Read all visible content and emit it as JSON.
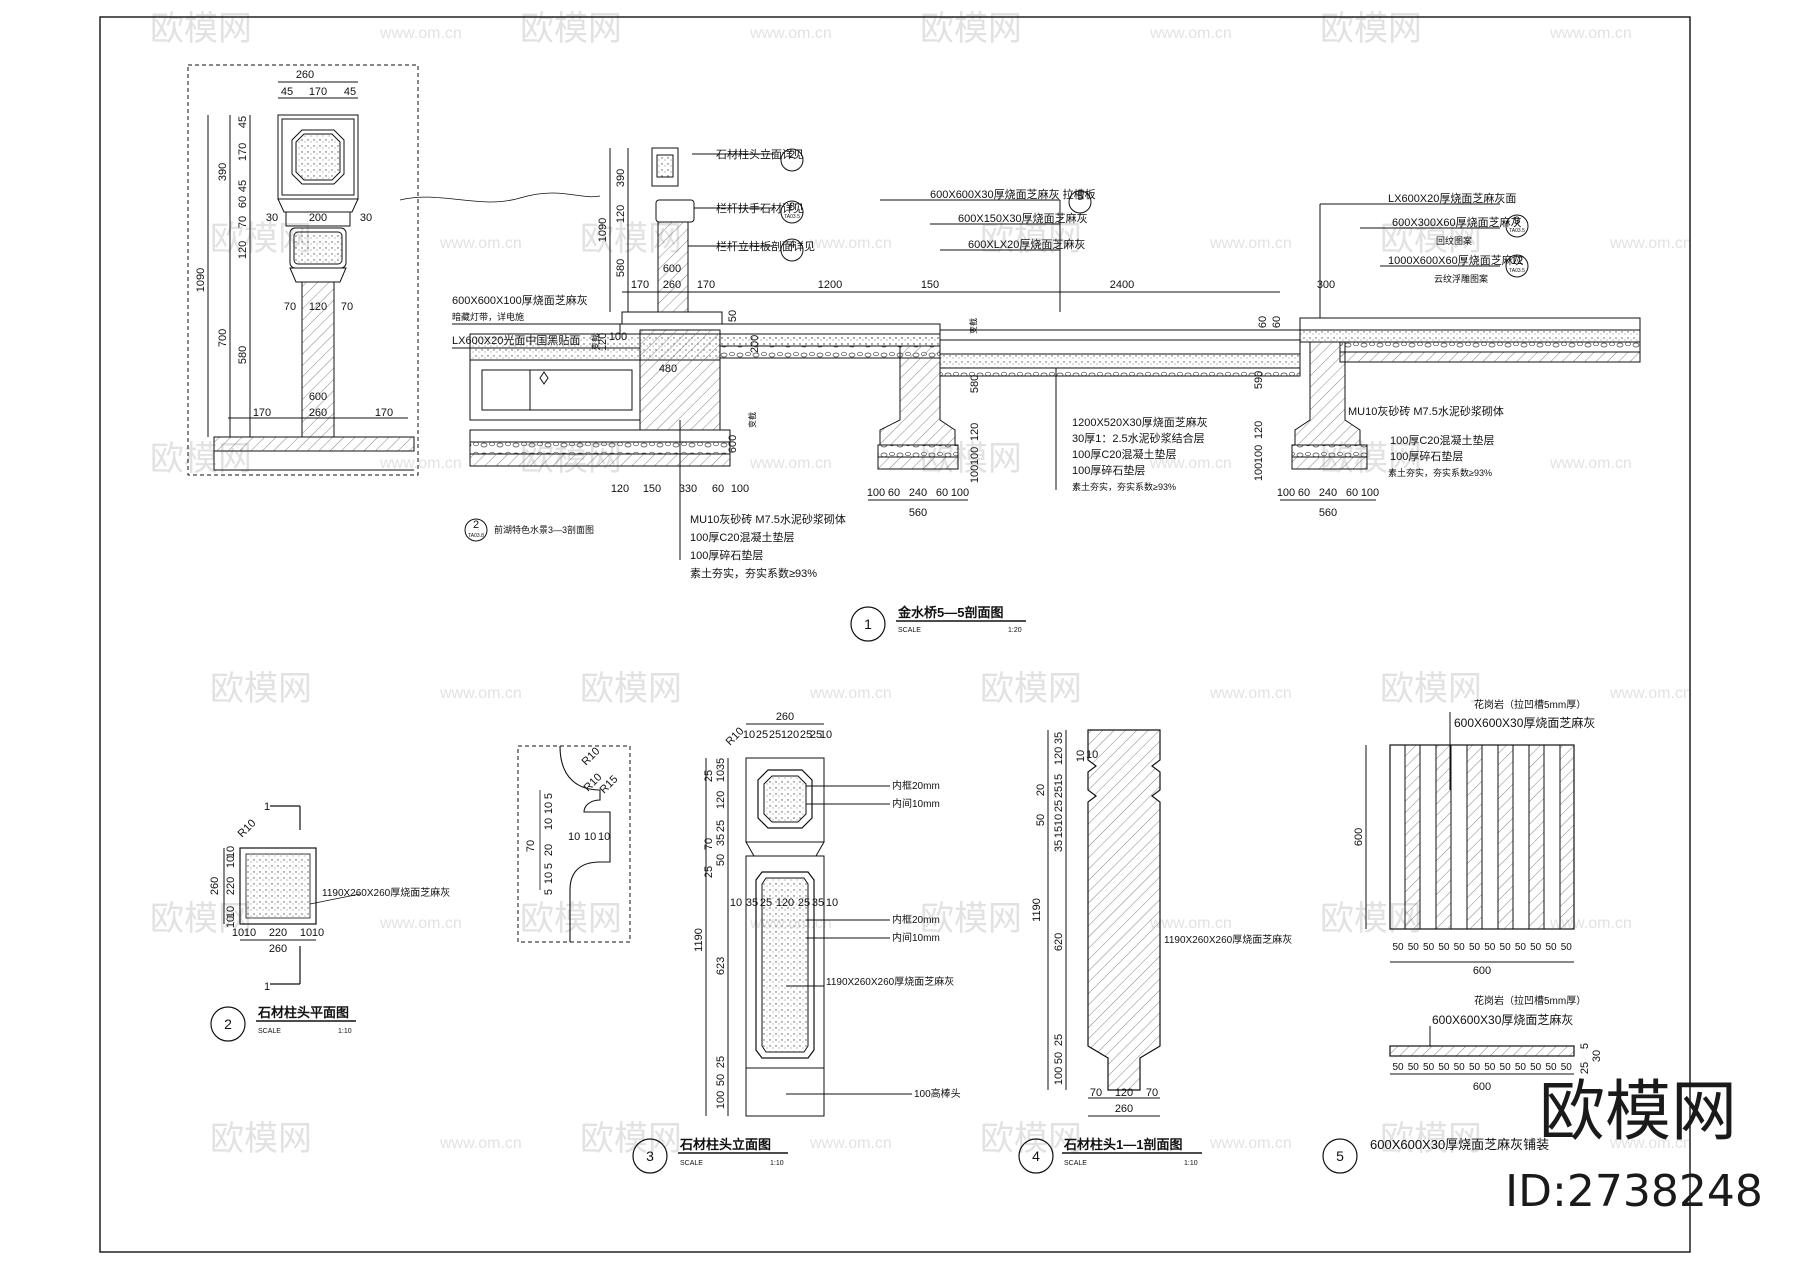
{
  "watermark": {
    "brand": "欧模网",
    "url": "www.om.cn",
    "url_short": "om.cn",
    "id": "ID:2738248"
  },
  "drawings": {
    "d1": {
      "number": "1",
      "title": "金水桥5—5剖面图",
      "scale_label": "SCALE",
      "scale": "1:20"
    },
    "d2": {
      "number": "2",
      "title": "石材柱头平面图",
      "scale_label": "SCALE",
      "scale": "1:10"
    },
    "d3": {
      "number": "3",
      "title": "石材柱头立面图",
      "scale_label": "SCALE",
      "scale": "1:10"
    },
    "d4": {
      "number": "4",
      "title": "石材柱头1—1剖面图",
      "scale_label": "SCALE",
      "scale": "1:10"
    },
    "d5": {
      "number": "5",
      "title": "600X600X30厚烧面芝麻灰铺装"
    }
  },
  "elevation_dims": {
    "top": [
      "260",
      "45",
      "170",
      "45"
    ],
    "cap": [
      "30",
      "200",
      "30"
    ],
    "shaft": [
      "70",
      "120",
      "70"
    ],
    "left_total": "1090",
    "left": [
      "390",
      "700"
    ],
    "inner": [
      "45",
      "170",
      "45",
      "60",
      "70",
      "120",
      "580"
    ],
    "base_total": "600",
    "base": [
      "170",
      "260",
      "170"
    ]
  },
  "section_dims": {
    "post_left": [
      "390",
      "1090",
      "120",
      "580"
    ],
    "post_top": [
      "600"
    ],
    "bottom_row": [
      "170",
      "260",
      "170",
      "1200",
      "150",
      "2400",
      "300"
    ],
    "left_found": [
      "100",
      "480",
      "120",
      "150",
      "330",
      "60",
      "100"
    ],
    "mid_found": [
      "100",
      "60",
      "240",
      "60",
      "100",
      "560",
      "580",
      "120",
      "100",
      "100"
    ],
    "right_found": [
      "100",
      "60",
      "240",
      "60",
      "100",
      "560",
      "590",
      "120",
      "100",
      "100"
    ],
    "step": [
      "60",
      "60"
    ],
    "misc": [
      "50",
      "120",
      "200",
      "600"
    ]
  },
  "section_notes": {
    "post_callouts": [
      "石材柱头立面详见",
      "栏杆扶手石材详见",
      "栏杆立柱板剖面详见"
    ],
    "post_refs": [
      "2",
      "8",
      "4"
    ],
    "post_ref_sheets": [
      "",
      "TA03.5",
      ""
    ],
    "top_callouts": [
      "600X600X30厚烧面芝麻灰  拉槽板",
      "600X150X30厚烧面芝麻灰",
      "600XLX20厚烧面芝麻灰"
    ],
    "top_ref": "5",
    "right_callouts": [
      "LX600X20厚烧面芝麻灰面",
      "600X300X60厚烧面芝麻灰",
      "回纹图案",
      "1000X600X60厚烧面芝麻灰",
      "云纹浮雕图案"
    ],
    "right_refs": [
      "9",
      "12"
    ],
    "right_ref_sheets": [
      "TA03.5",
      "TA03.5"
    ],
    "left_callouts": [
      "600X600X100厚烧面芝麻灰",
      "暗藏灯带，详电施",
      "LX600X20光面中国黑贴面"
    ],
    "left_bottom": [
      "MU10灰砂砖  M7.5水泥砂浆砌体",
      "100厚C20混凝土垫层",
      "100厚碎石垫层",
      "素土夯实，夯实系数≥93%"
    ],
    "left_bottom_ref": "2",
    "left_bottom_ref_text": "前湖特色水景3—3剖面图",
    "left_bottom_ref_sheet": "TA03.8",
    "mid_notes": [
      "1200X520X30厚烧面芝麻灰",
      "30厚1：2.5水泥砂浆结合层",
      "100厚C20混凝土垫层",
      "100厚碎石垫层",
      "素土夯实，夯实系数≥93%"
    ],
    "right_found_notes": [
      "MU10灰砂砖  M7.5水泥砂浆砌体",
      "100厚C20混凝土垫层",
      "100厚碎石垫层",
      "素土夯实，夯实系数≥93%"
    ],
    "vertical_tags": [
      "变截",
      "变截",
      "变截"
    ]
  },
  "plan_dims": {
    "marker": "1",
    "radius": "R10",
    "left": [
      "10",
      "10",
      "220",
      "10",
      "10"
    ],
    "left_total": "260",
    "bottom": [
      "10",
      "10",
      "220",
      "10",
      "10"
    ],
    "bottom_total": "260",
    "label": "1190X260X260厚烧面芝麻灰"
  },
  "detail_dims": {
    "radii": [
      "R10",
      "R10",
      "R15"
    ],
    "values": [
      "5",
      "10",
      "10",
      "70",
      "20",
      "5",
      "10",
      "10",
      "10",
      "10",
      "5"
    ]
  },
  "elev2_dims": {
    "top": [
      "260",
      "10",
      "25",
      "25",
      "120",
      "25",
      "25",
      "10"
    ],
    "radius": "R10",
    "left_small": [
      "35",
      "10",
      "25",
      "120",
      "25",
      "70",
      "35",
      "25",
      "50"
    ],
    "left_total": "1190",
    "left_big": [
      "623",
      "25",
      "50",
      "100"
    ],
    "mid_row": [
      "10",
      "35",
      "25",
      "120",
      "25",
      "35",
      "10"
    ],
    "notes": [
      "内框20mm",
      "内间10mm",
      "内框20mm",
      "内间10mm",
      "1190X260X260厚烧面芝麻灰",
      "100高棒头"
    ]
  },
  "sect2_dims": {
    "left_small": [
      "35",
      "10",
      "120",
      "15",
      "25",
      "25",
      "10",
      "15",
      "35",
      "50",
      "20",
      "10"
    ],
    "left_total": "1190",
    "left_big": [
      "620",
      "25",
      "50",
      "100"
    ],
    "bottom": [
      "70",
      "120",
      "70"
    ],
    "bottom_total": "260",
    "note": "1190X260X260厚烧面芝麻灰"
  },
  "paving": {
    "note1": "花岗岩（拉凹槽5mm厚）",
    "label1": "600X600X30厚烧面芝麻灰",
    "height": "600",
    "strip": "50",
    "total": "600",
    "note2": "花岗岩（拉凹槽5mm厚）",
    "label2": "600X600X30厚烧面芝麻灰",
    "side": [
      "25",
      "5",
      "30"
    ]
  },
  "colors": {
    "line": "#111111",
    "hatch": "#555555",
    "watermark": "#c4c4c4",
    "brand": "#1a1a1a"
  }
}
